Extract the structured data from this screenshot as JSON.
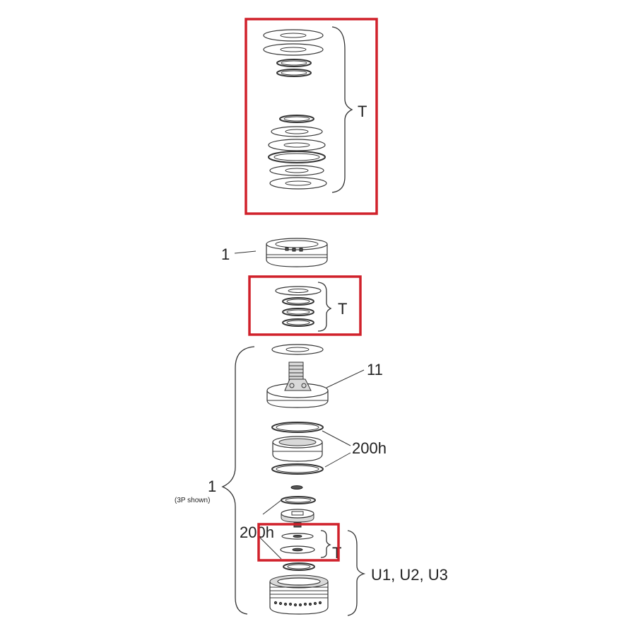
{
  "labels": {
    "t_top": "T",
    "one_top": "1",
    "t_mid": "T",
    "eleven": "11",
    "two_hundred_h_right": "200h",
    "one_left": "1",
    "three_p_shown": "(3P shown)",
    "two_hundred_h_lower": "200h",
    "t_lower": "T",
    "u_series": "U1, U2, U3"
  },
  "colors": {
    "highlight": "#d0202a",
    "line": "#333333"
  }
}
